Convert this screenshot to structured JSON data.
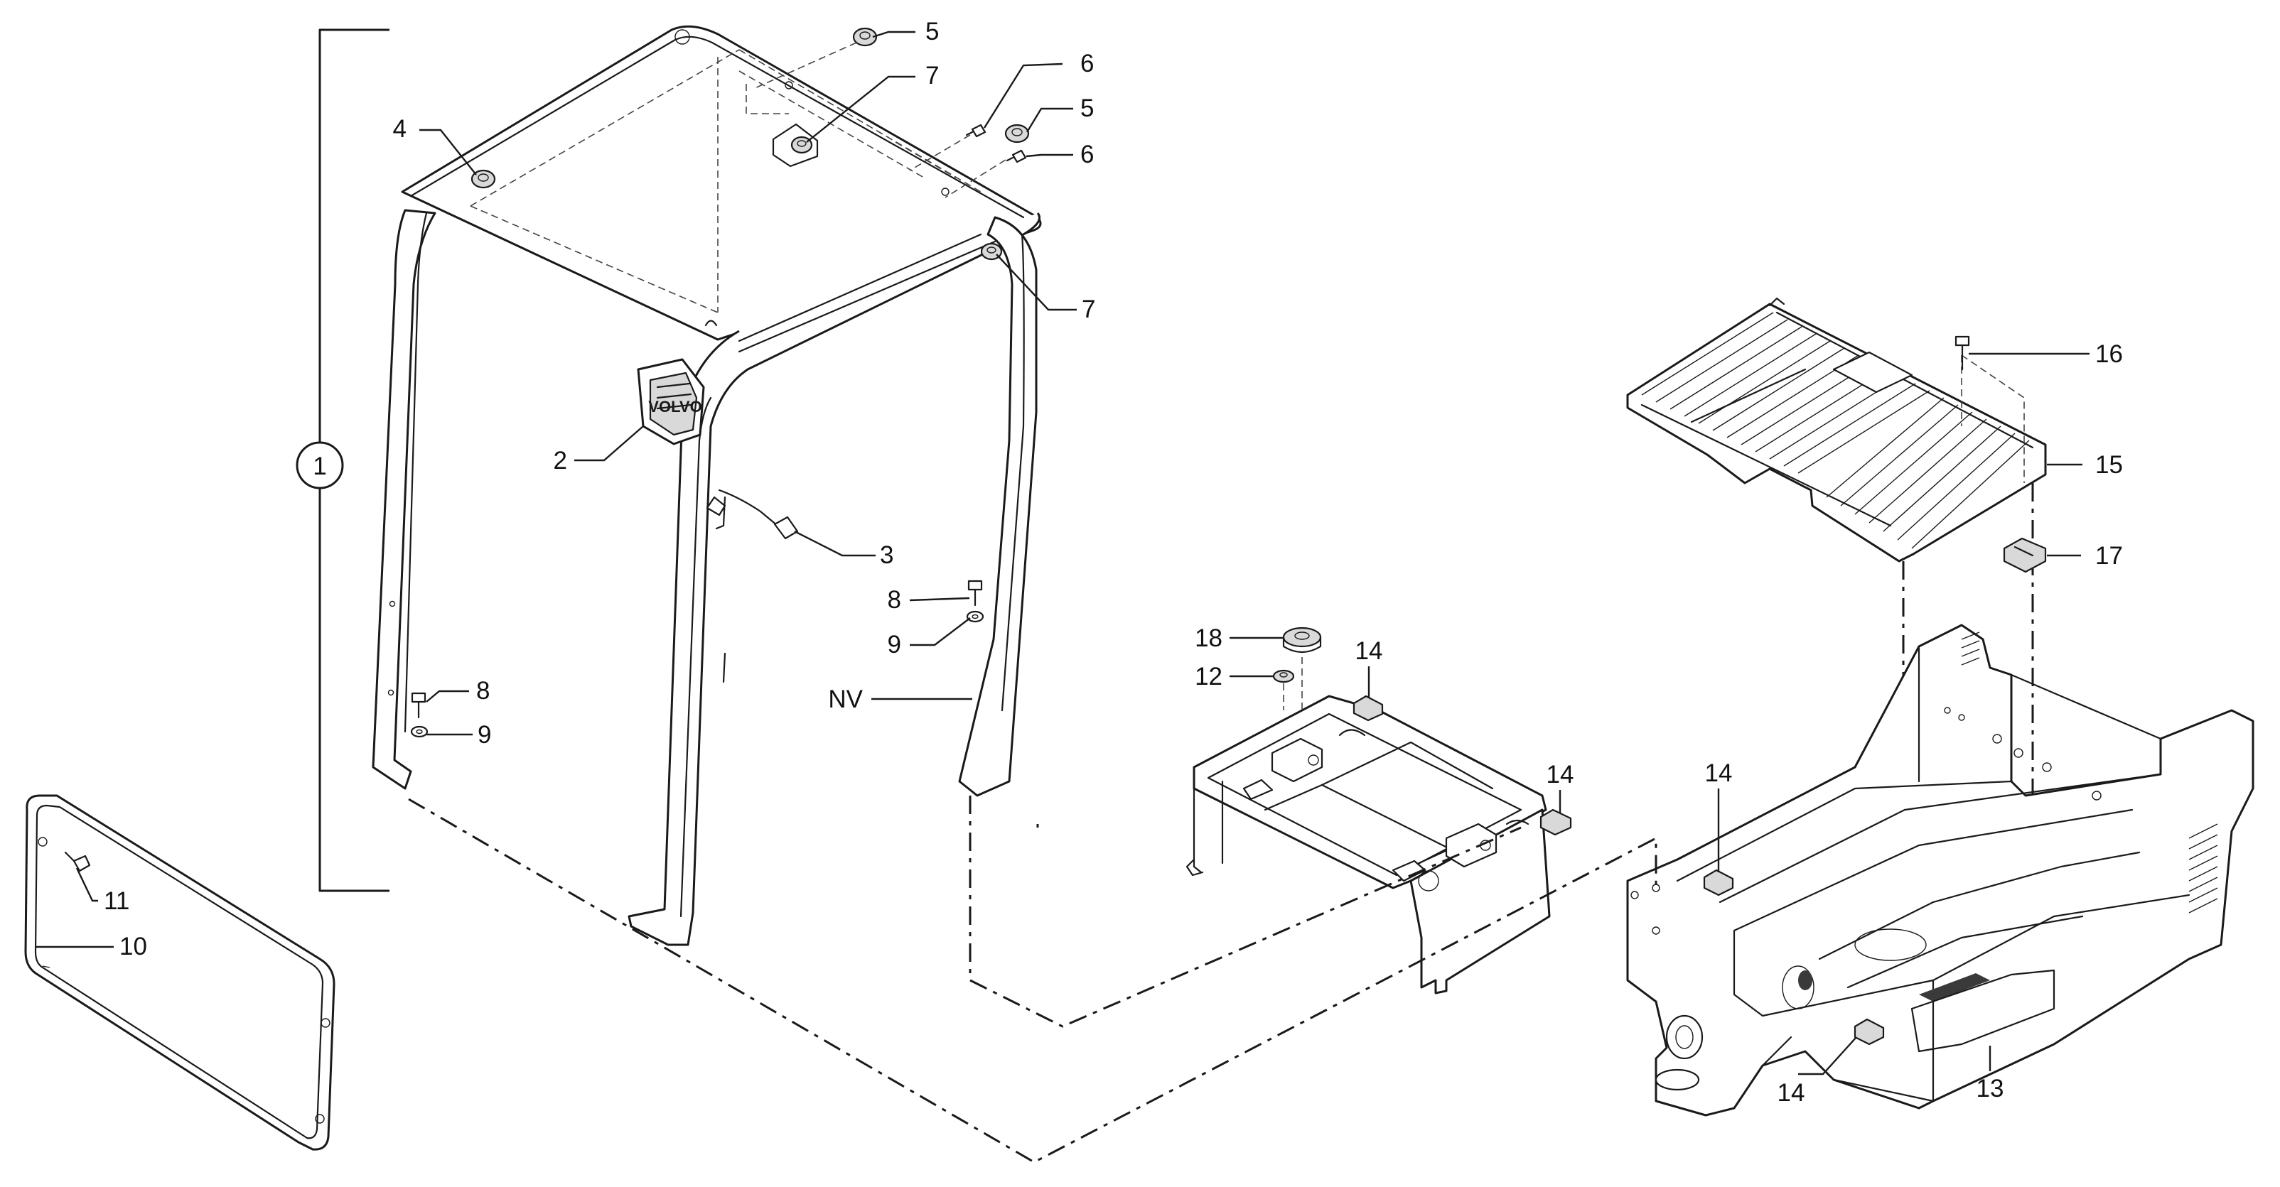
{
  "labels": {
    "l1": "1",
    "l2": "2",
    "l3": "3",
    "l4": "4",
    "l5a": "5",
    "l5b": "5",
    "l6a": "6",
    "l6b": "6",
    "l7a": "7",
    "l7b": "7",
    "l8a": "8",
    "l9a": "9",
    "l8b": "8",
    "l9b": "9",
    "lnv": "NV",
    "l10": "10",
    "l11": "11",
    "l12": "12",
    "l13": "13",
    "l14a": "14",
    "l14b": "14",
    "l14c": "14",
    "l14d": "14",
    "l15": "15",
    "l16": "16",
    "l17": "17",
    "l18": "18"
  },
  "colors": {
    "line": "#1a1a1a",
    "background": "#ffffff"
  }
}
